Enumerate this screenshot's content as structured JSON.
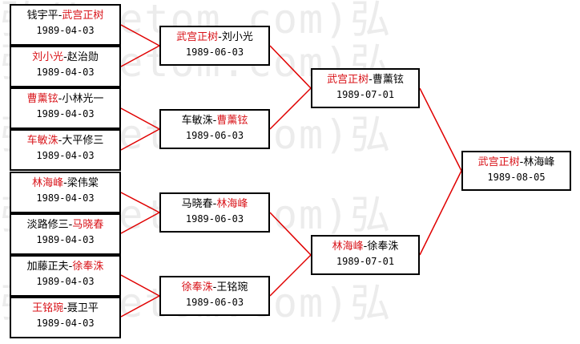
{
  "watermark": "弘(hoetom.com)弘",
  "line_color": "#e00000",
  "winner_color": "#d9141a",
  "round1": [
    {
      "p1": "钱宇平",
      "p2": "武宫正树",
      "winner": 2,
      "date": "1989-04-03"
    },
    {
      "p1": "刘小光",
      "p2": "赵治勋",
      "winner": 1,
      "date": "1989-04-03"
    },
    {
      "p1": "曹薰铉",
      "p2": "小林光一",
      "winner": 1,
      "date": "1989-04-03"
    },
    {
      "p1": "车敏洙",
      "p2": "大平修三",
      "winner": 1,
      "date": "1989-04-03"
    },
    {
      "p1": "林海峰",
      "p2": "梁伟棠",
      "winner": 1,
      "date": "1989-04-03"
    },
    {
      "p1": "淡路修三",
      "p2": "马晓春",
      "winner": 2,
      "date": "1989-04-03"
    },
    {
      "p1": "加藤正夫",
      "p2": "徐奉洙",
      "winner": 2,
      "date": "1989-04-03"
    },
    {
      "p1": "王铭琬",
      "p2": "聂卫平",
      "winner": 1,
      "date": "1989-04-03"
    }
  ],
  "round2": [
    {
      "p1": "武宫正树",
      "p2": "刘小光",
      "winner": 1,
      "date": "1989-06-03"
    },
    {
      "p1": "车敏洙",
      "p2": "曹薰铉",
      "winner": 2,
      "date": "1989-06-03"
    },
    {
      "p1": "马晓春",
      "p2": "林海峰",
      "winner": 2,
      "date": "1989-06-03"
    },
    {
      "p1": "徐奉洙",
      "p2": "王铭琬",
      "winner": 1,
      "date": "1989-06-03"
    }
  ],
  "semifinal": [
    {
      "p1": "武宫正树",
      "p2": "曹薰铉",
      "winner": 1,
      "date": "1989-07-01"
    },
    {
      "p1": "林海峰",
      "p2": "徐奉洙",
      "winner": 1,
      "date": "1989-07-01"
    }
  ],
  "final": [
    {
      "p1": "武宫正树",
      "p2": "林海峰",
      "winner": 1,
      "date": "1989-08-05"
    }
  ]
}
